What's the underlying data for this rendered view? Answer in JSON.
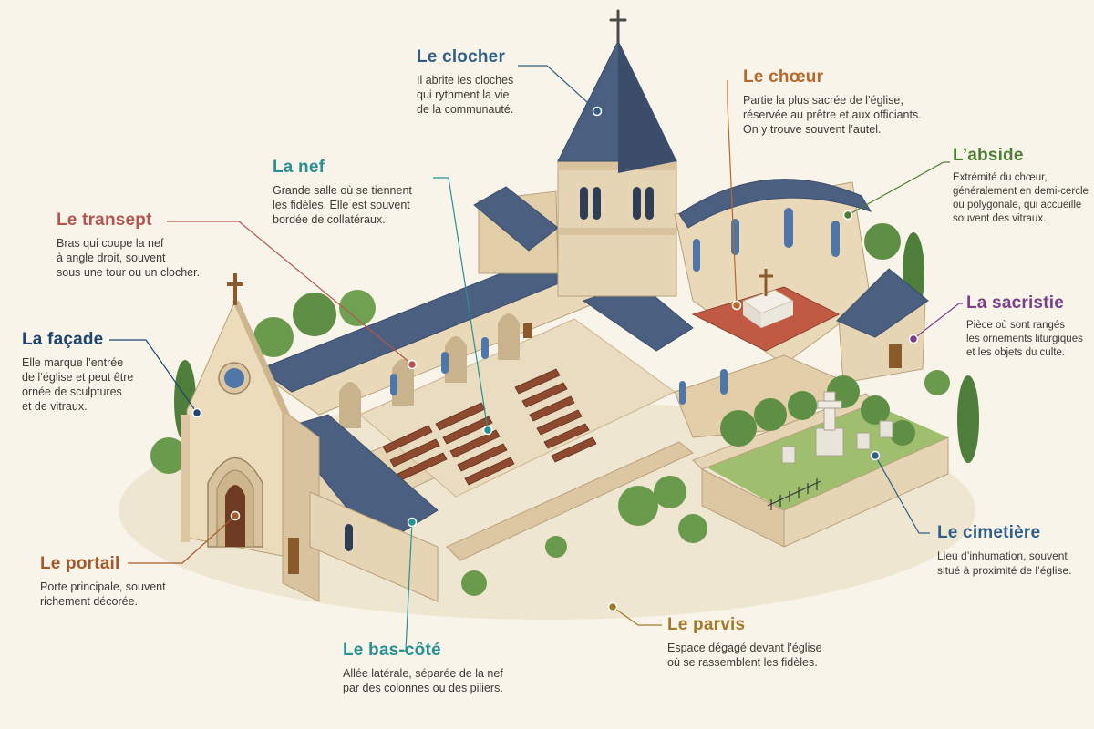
{
  "labels": {
    "clocher": {
      "title": "Le clocher",
      "text": "Il abrite les cloches\nqui rythment la vie\nde la communauté.",
      "color": "#2f5f86"
    },
    "choeur": {
      "title": "Le chœur",
      "text": "Partie la plus sacrée de l’église,\nréservée au prêtre et aux officiants.\nOn y trouve souvent l’autel.",
      "color": "#b5682a"
    },
    "nef": {
      "title": "La nef",
      "text": "Grande salle où se tiennent\nles fidèles. Elle est souvent\nbordée de collatéraux.",
      "color": "#2a8f93"
    },
    "abside": {
      "title": "L’abside",
      "text": "Extrémité du chœur,\ngénéralement en demi-cercle\nou polygonale, qui accueille\nsouvent des vitraux.",
      "color": "#4e7d35"
    },
    "transept": {
      "title": "Le transept",
      "text": "Bras qui coupe la nef\nà angle droit, souvent\nsous une tour ou un clocher.",
      "color": "#b2554f"
    },
    "sacristie": {
      "title": "La sacristie",
      "text": "Pièce où sont rangés\nles ornements liturgiques\net les objets du culte.",
      "color": "#7a3f86"
    },
    "facade": {
      "title": "La façade",
      "text": "Elle marque l’entrée\nde l’église et peut être\nornée de sculptures\net de vitraux.",
      "color": "#1f4570"
    },
    "portail": {
      "title": "Le portail",
      "text": "Porte principale, souvent\nrichement décorée.",
      "color": "#a5592b"
    },
    "cimetiere": {
      "title": "Le cimetière",
      "text": "Lieu d’inhumation, souvent\nsitué à proximité de l’église.",
      "color": "#2f5f86"
    },
    "parvis": {
      "title": "Le parvis",
      "text": "Espace dégagé devant l’église\noù se rassemblent les fidèles.",
      "color": "#a47a2a"
    },
    "bascote": {
      "title": "Le bas-côté",
      "text": "Allée latérale, séparée de la nef\npar des colonnes ou des piliers.",
      "color": "#2a8f93"
    }
  },
  "colors": {
    "stone": "#e6d5b4",
    "stone_shadow": "#cdb58e",
    "roof": "#4b6080",
    "roof_dark": "#3b4d6a",
    "floor": "#e9dcc0",
    "pews": "#8e4a2f",
    "choir_floor": "#c15a43",
    "greenery": "#5e8f45",
    "background": "#f8f4ea"
  }
}
